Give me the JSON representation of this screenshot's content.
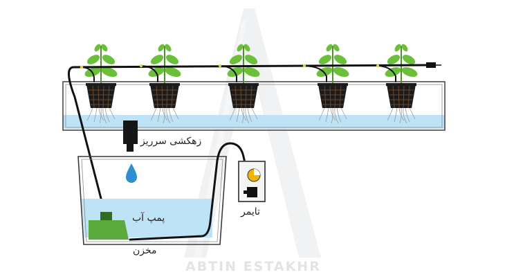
{
  "labels": {
    "overflow_drain": "زهکشی سرریز",
    "water_pump": "پمپ آب",
    "reservoir": "مخزن",
    "timer": "تایمر"
  },
  "watermark": {
    "text": "ABTIN ESTAKHR",
    "logo": "A-logo"
  },
  "plants": {
    "count": 5
  },
  "colors": {
    "water": "#bfe3f6",
    "pipe": "#111111",
    "pump": "#5aaa3e",
    "leaf": "#6bbf3a",
    "droplet": "#2e8fd0",
    "timer_dial": "#f2b400",
    "drip_emitter": "#e2d43a",
    "watermark": "#c9ced3"
  }
}
